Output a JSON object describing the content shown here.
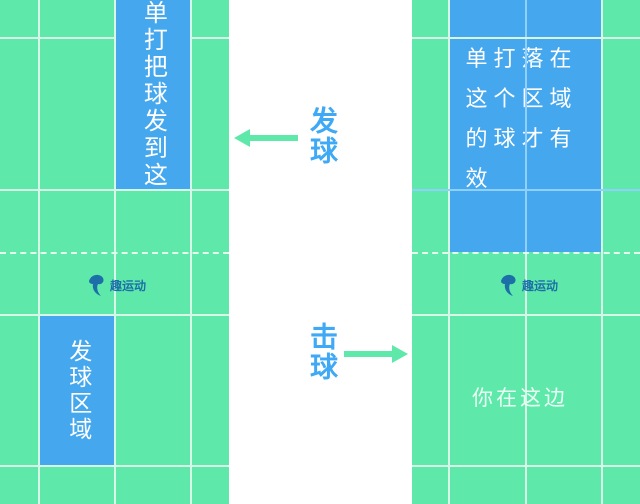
{
  "left_court": {
    "serve_target_text": "单打把球发到这",
    "serve_area_text": "发球区域",
    "logo_text": "趣运动"
  },
  "right_court": {
    "valid_area_text": "单打落在这个区域的球才有效",
    "you_here_text": "你在这边",
    "logo_text": "趣运动"
  },
  "middle": {
    "serve_label": "发球",
    "hit_label": "击球"
  },
  "colors": {
    "court": "#5ee9ab",
    "zone": "#45a7ee",
    "label": "#3fa9f5",
    "lines": "#d8f6e8"
  }
}
